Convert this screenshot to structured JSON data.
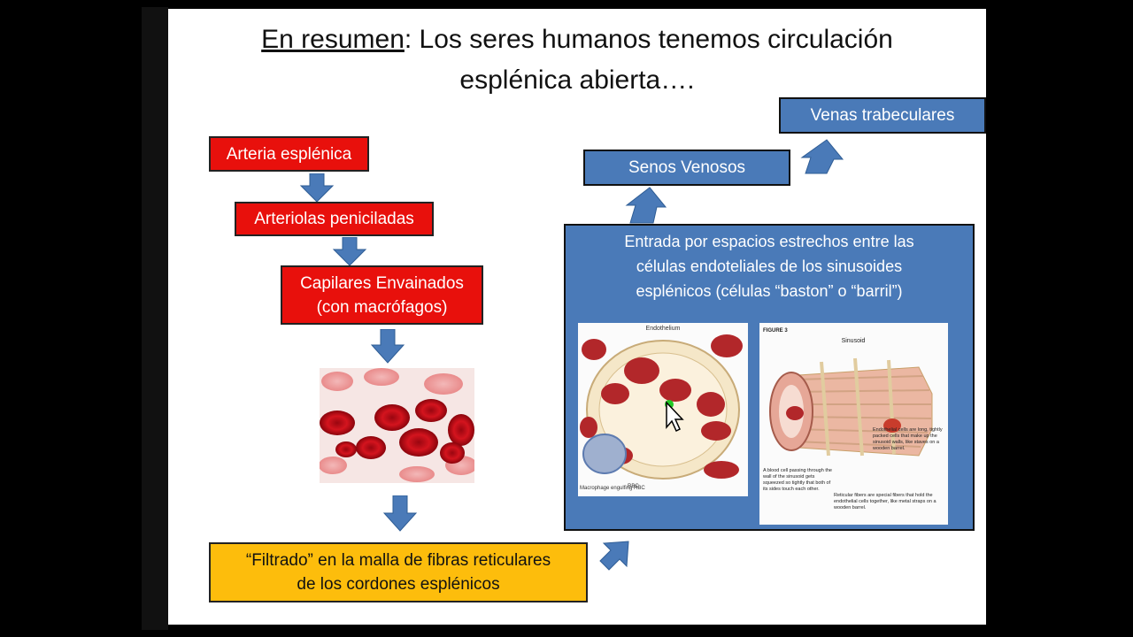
{
  "slide": {
    "title_underlined": "En resumen",
    "title_rest_line1": ": Los seres humanos tenemos circulación",
    "title_line2": "esplénica abierta…."
  },
  "flow": {
    "arteria": "Arteria esplénica",
    "arteriolas": "Arteriolas peniciladas",
    "capilares_line1": "Capilares Envainados",
    "capilares_line2": "(con macrófagos)",
    "filtrado_line1": "“Filtrado” en la malla de fibras reticulares",
    "filtrado_line2": "de los cordones esplénicos",
    "entrada_line1": "Entrada por espacios estrechos entre las",
    "entrada_line2": "células endoteliales de los sinusoides",
    "entrada_line3": "esplénicos (células “baston” o “barril”)",
    "senos": "Senos Venosos",
    "venas": "Venas trabeculares"
  },
  "figures": {
    "left_labels": {
      "endothelium": "Endothelium",
      "macrophage": "Macrophage engulfing RBC",
      "rbc": "RBC"
    },
    "right_labels": {
      "figure": "FIGURE 3",
      "sinusoid": "Sinusoid",
      "endothelial": "Endothelial cells are long, tightly packed cells that make up the sinusoid walls, like staves on a wooden barrel.",
      "blood_cell": "A blood cell passing through the wall of the sinusoid gets squeezed so tightly that both of its sides touch each other.",
      "reticular": "Reticular fibers are special fibers that hold the endothelial cells together, like metal straps on a wooden barrel."
    }
  },
  "colors": {
    "red": "#e8100c",
    "blue": "#4a7ab8",
    "gold": "#fdbd0c",
    "arrow": "#4a7ab8"
  }
}
